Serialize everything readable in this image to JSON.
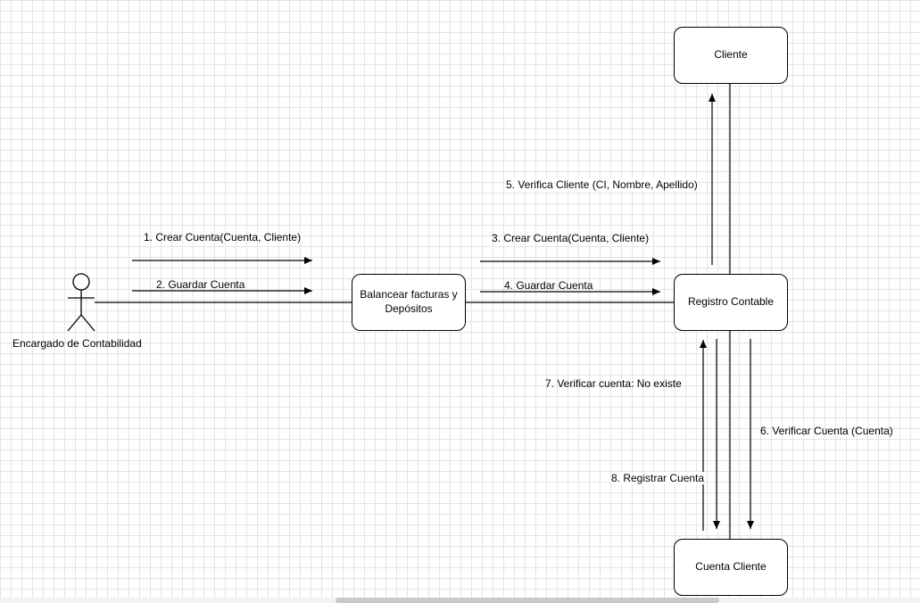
{
  "nodes": {
    "cliente": "Cliente",
    "registro": "Registro Contable",
    "cuenta_cliente": "Cuenta Cliente",
    "balancear": "Balancear facturas y Depósitos"
  },
  "actor": {
    "name": "Encargado de Contabilidad"
  },
  "messages": [
    "1. Crear Cuenta(Cuenta, Cliente)",
    "2. Guardar Cuenta",
    "3. Crear Cuenta(Cuenta, Cliente)",
    "4. Guardar Cuenta",
    "5. Verifica Cliente (CI, Nombre, Apellido)",
    "6. Verificar Cuenta (Cuenta)",
    "7. Verificar cuenta: No existe",
    "8. Registrar Cuenta"
  ]
}
